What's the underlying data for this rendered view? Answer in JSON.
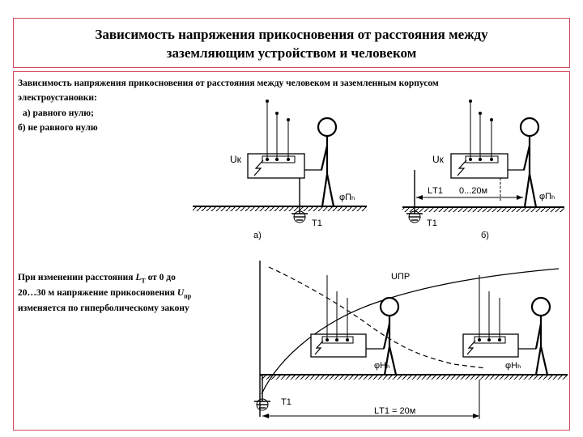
{
  "slide": {
    "title_line1": "Зависимость напряжения прикосновения от расстояния между",
    "title_line2": "заземляющим устройством и человеком",
    "intro_line1": "Зависимость напряжения прикосновения от расстояния между человеком и заземленным корпусом",
    "intro_line2": "электроустановки:",
    "case_a": "а) равного нулю;",
    "case_b": "б) не равного нулю",
    "change_line1_pre": "При изменении расстояния ",
    "change_line1_var": "L",
    "change_line1_sub": "T",
    "change_line1_post": " от 0 до",
    "change_line2_pre": "20…30 м напряжение прикосновения ",
    "change_line2_var": "U",
    "change_line2_sub": "пр",
    "change_line3": "изменяется по гиперболическому закону"
  },
  "diagram_a": {
    "label_uk": "Uк",
    "label_phi": "φПₕ",
    "label_t1": "Т1",
    "caption": "а)"
  },
  "diagram_b": {
    "label_uk": "Uк",
    "label_lt": "LТ1",
    "label_range": "0...20м",
    "label_phi": "φПₕ",
    "label_t1": "Т1",
    "caption": "б)"
  },
  "diagram_c": {
    "label_upr": "UПР",
    "label_phi_left": "φНₕ",
    "label_phi_right": "φНₕ",
    "label_t1": "Т1",
    "label_lt": "LТ1 = 20м"
  }
}
